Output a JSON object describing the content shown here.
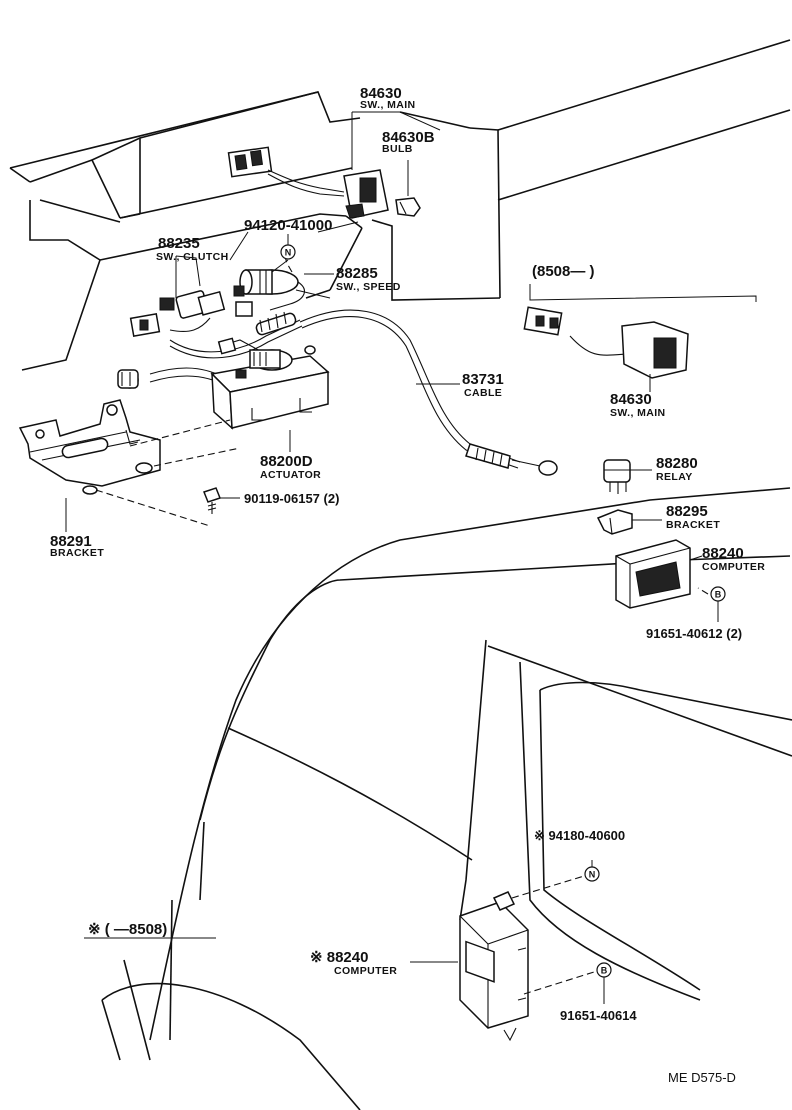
{
  "callouts": {
    "sw_main_top": {
      "number": "84630",
      "name": "SW., MAIN"
    },
    "bulb": {
      "number": "84630B",
      "name": "BULB"
    },
    "clip_n_top": {
      "number": "94120-41000",
      "symbol": "N"
    },
    "sw_clutch": {
      "number": "88235",
      "name": "SW., CLUTCH"
    },
    "sw_speed": {
      "number": "88285",
      "name": "SW., SPEED"
    },
    "cable": {
      "number": "83731",
      "name": "CABLE"
    },
    "actuator": {
      "number": "88200D",
      "name": "ACTUATOR"
    },
    "bolt": {
      "number": "90119-06157 (2)"
    },
    "bracket_left": {
      "number": "88291",
      "name": "BRACKET"
    },
    "range_right": {
      "text": "(8508—    )"
    },
    "sw_main_right": {
      "number": "84630",
      "name": "SW., MAIN"
    },
    "relay": {
      "number": "88280",
      "name": "RELAY"
    },
    "bracket_right": {
      "number": "88295",
      "name": "BRACKET"
    },
    "computer_top": {
      "number": "88240",
      "name": "COMPUTER"
    },
    "screw_b_top": {
      "number": "91651-40612 (2)",
      "symbol": "B"
    },
    "clip_n_bottom": {
      "number": "※ 94180-40600",
      "symbol": "N"
    },
    "range_left": {
      "text": "※ (      —8508)"
    },
    "computer_bottom": {
      "number": "※ 88240",
      "name": "COMPUTER"
    },
    "screw_b_bottom": {
      "number": "91651-40614",
      "symbol": "B"
    }
  },
  "footer": {
    "code": "ME  D575-D"
  }
}
